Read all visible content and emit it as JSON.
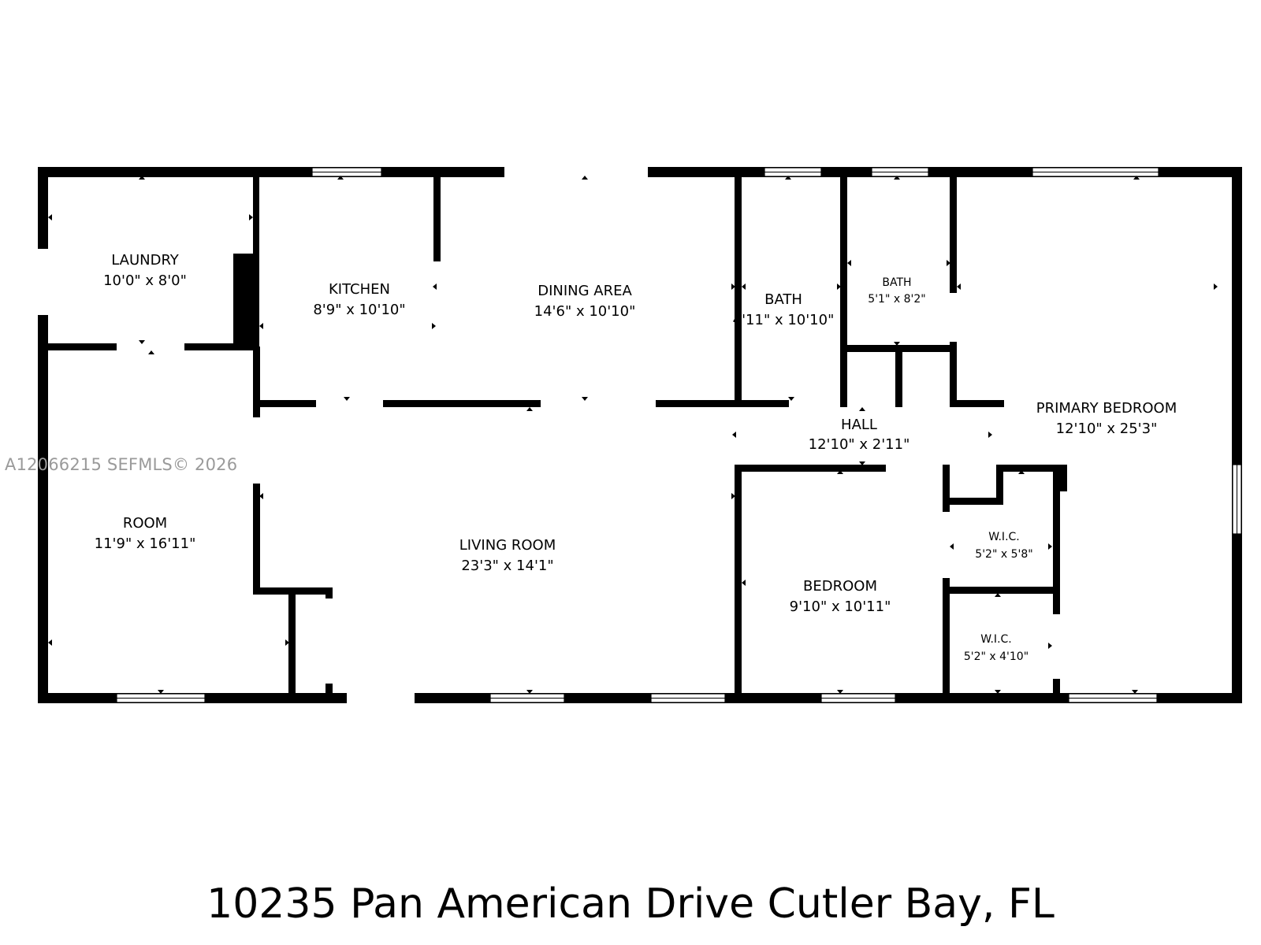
{
  "rooms": [
    {
      "name": "LAUNDRY",
      "dims": "10'0\" x 8'0\""
    },
    {
      "name": "KITCHEN",
      "dims": "8'9\" x 10'10\""
    },
    {
      "name": "DINING AREA",
      "dims": "14'6\" x 10'10\""
    },
    {
      "name": "BATH",
      "dims": "4'11\" x 10'10\""
    },
    {
      "name": "BATH",
      "dims": "5'1\" x 8'2\""
    },
    {
      "name": "PRIMARY BEDROOM",
      "dims": "12'10\" x 25'3\""
    },
    {
      "name": "HALL",
      "dims": "12'10\" x 2'11\""
    },
    {
      "name": "ROOM",
      "dims": "11'9\" x 16'11\""
    },
    {
      "name": "LIVING ROOM",
      "dims": "23'3\" x 14'1\""
    },
    {
      "name": "BEDROOM",
      "dims": "9'10\" x 10'11\""
    },
    {
      "name": "W.I.C.",
      "dims": "5'2\" x 5'8\""
    },
    {
      "name": "W.I.C.",
      "dims": "5'2\" x 4'10\""
    }
  ],
  "watermark": "A12066215  SEFMLS© 2026",
  "address": "10235 Pan American Drive Cutler Bay, FL"
}
